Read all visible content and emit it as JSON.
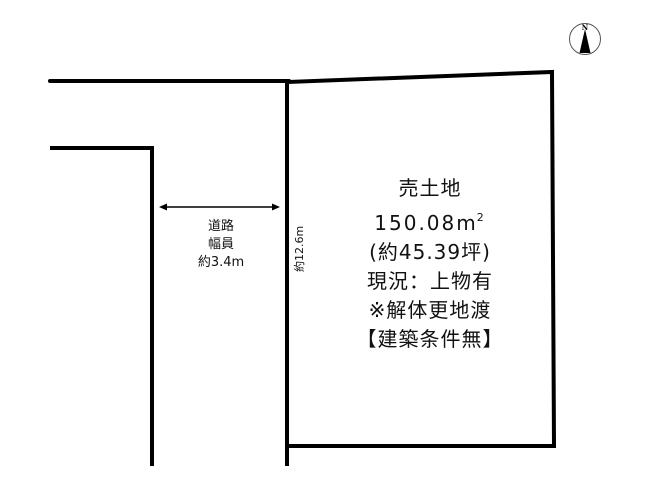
{
  "lot": {
    "title": "売土地",
    "area_sqm": "150.08",
    "area_unit": "m",
    "area_unit_sup": "2",
    "area_tsubo": "(約45.39坪)",
    "status": "現況：上物有",
    "note": "※解体更地渡",
    "condition": "【建築条件無】",
    "depth_label": "約12.6m"
  },
  "road": {
    "label_line1": "道路",
    "label_line2": "幅員",
    "width_label": "約3.4m"
  },
  "compass": {
    "label": "N"
  },
  "colors": {
    "line": "#000000",
    "background": "#ffffff",
    "text": "#111111"
  }
}
